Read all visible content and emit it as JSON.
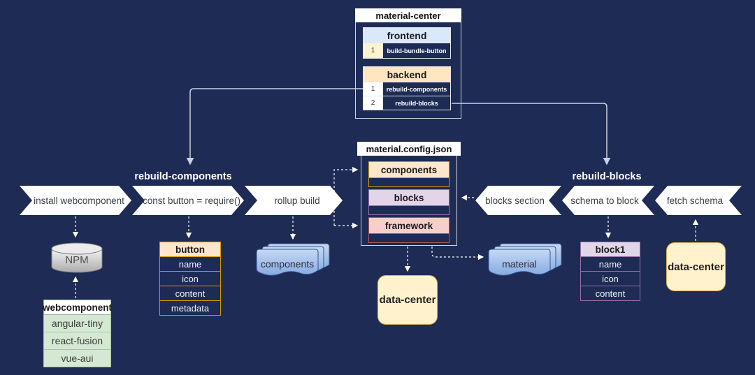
{
  "colors": {
    "background": "#1d2b55",
    "frontend_header": "#dae8fc",
    "backend_header": "#ffe6c0",
    "orange_fill": "#ffe6cc",
    "orange_border": "#d79b00",
    "purple_fill": "#e1d5e7",
    "purple_border": "#9673a6",
    "red_fill": "#f8cecc",
    "red_border": "#b85450",
    "green_fill": "#d5e8d4",
    "green_border": "#82b366",
    "note_fill": "#fff2cc",
    "note_border": "#d6b656",
    "wire_solid": "#c9d2e4",
    "wire_dashed": "#ffffff"
  },
  "material_center": {
    "title": "material-center",
    "frontend": {
      "title": "frontend",
      "rows": [
        {
          "num": "1",
          "label": "build-bundle-button"
        }
      ]
    },
    "backend": {
      "title": "backend",
      "rows": [
        {
          "num": "1",
          "label": "rebuild-components"
        },
        {
          "num": "2",
          "label": "rebuild-blocks"
        }
      ]
    }
  },
  "config_json": {
    "title": "material.config.json",
    "sections": [
      "components",
      "blocks",
      "framework"
    ]
  },
  "left_flow": {
    "label": "rebuild-components",
    "steps": [
      "install webcomponent",
      "const button = require()",
      "rollup build"
    ]
  },
  "right_flow": {
    "label": "rebuild-blocks",
    "steps": [
      "blocks section",
      "schema to block",
      "fetch schema"
    ]
  },
  "npm": {
    "label": "NPM"
  },
  "webcomponent": {
    "title": "webcomponent",
    "rows": [
      "angular-tiny",
      "react-fusion",
      "vue-aui"
    ]
  },
  "button_table": {
    "title": "button",
    "rows": [
      "name",
      "icon",
      "content",
      "metadata"
    ]
  },
  "components_stack": {
    "label": "components"
  },
  "material_stack": {
    "label": "material"
  },
  "block1_table": {
    "title": "block1",
    "rows": [
      "name",
      "icon",
      "content"
    ]
  },
  "data_center_mid": {
    "label": "data-center"
  },
  "data_center_right": {
    "label": "data-center"
  }
}
